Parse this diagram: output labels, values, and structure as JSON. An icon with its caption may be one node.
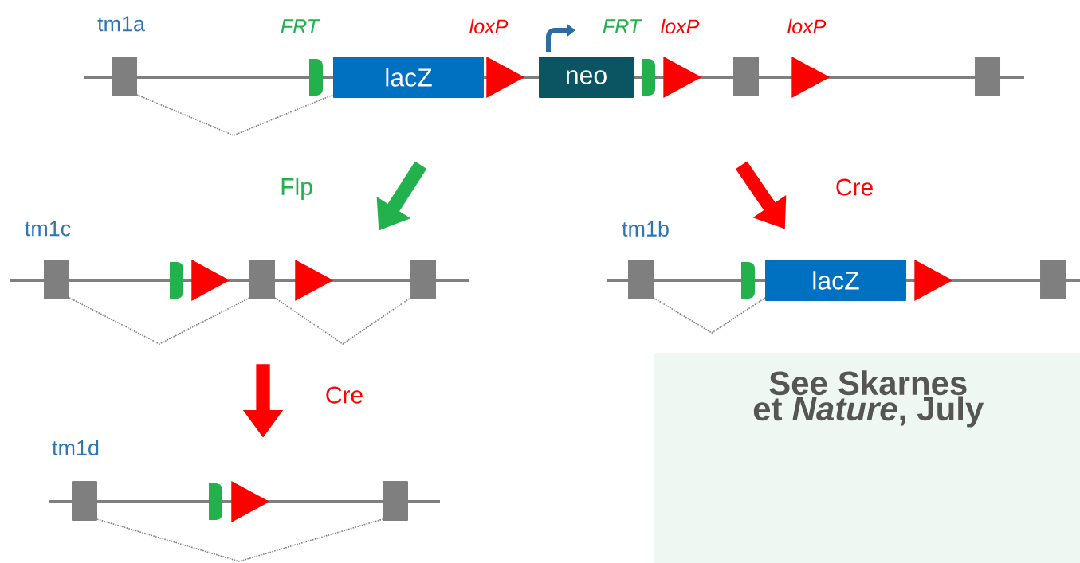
{
  "diagram": {
    "nodes": [
      {
        "text": [
          "tm1a"
        ]
      },
      {
        "text": [
          "lacZ"
        ],
        "in": 0
      },
      {
        "text": [],
        "shape": "triangle",
        "in": 0
      },
      {
        "text": [
          "neo"
        ],
        "in": 0
      },
      {
        "text": [],
        "shape": "triangle",
        "in": 0
      },
      {
        "text": [],
        "shape": "triangle",
        "in": 0
      },
      {
        "text": [
          "tm1c"
        ]
      },
      {
        "text": [],
        "shape": "triangle",
        "in": 6
      },
      {
        "text": [],
        "shape": "triangle",
        "in": 6
      },
      {
        "text": [
          "tm1b"
        ]
      },
      {
        "text": [
          "lacZ"
        ],
        "in": 9
      },
      {
        "text": [],
        "shape": "triangle",
        "in": 9
      },
      {
        "text": [
          "tm1d"
        ]
      },
      {
        "text": [],
        "shape": "triangle",
        "in": 12
      },
      {
        "text": [
          "See Skarnes et *Nature*, July"
        ]
      }
    ],
    "edges": [
      {
        "from": 0,
        "to": 6,
        "arrow": "to",
        "label": "Flp",
        "color": "#22b14c"
      },
      {
        "from": 0,
        "to": 9,
        "arrow": "to",
        "label": "Cre"
      },
      {
        "from": 6,
        "to": 12,
        "arrow": "to",
        "label": "Cre"
      }
    ],
    "labels": [
      "FRT",
      "loxP",
      "FRT",
      "loxP",
      "loxP"
    ]
  }
}
